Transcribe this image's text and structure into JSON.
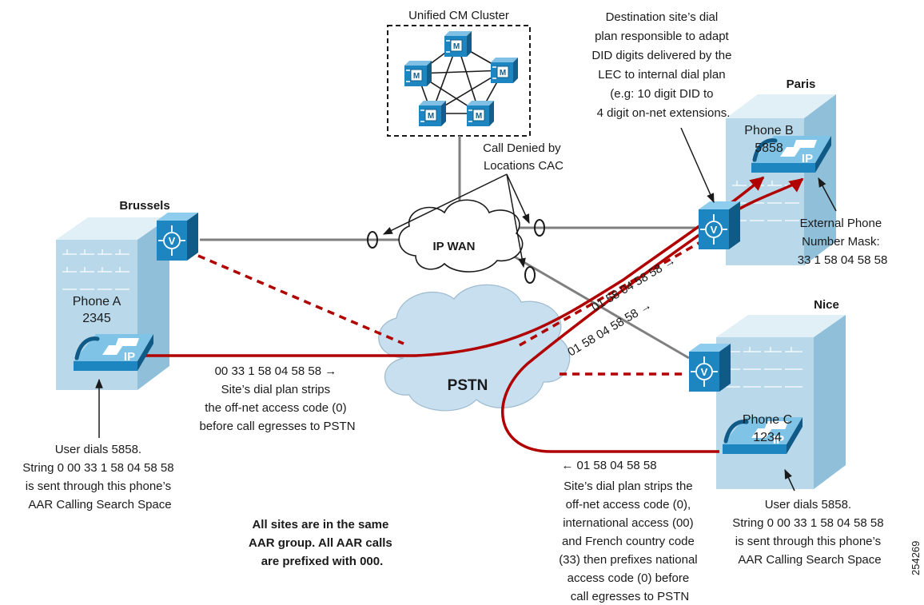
{
  "colors": {
    "building": "#b9d9ea",
    "device": "#1d86c1",
    "cloud": "#c7dfee",
    "call_path": "#b00000",
    "wan_link": "#7f7f7f",
    "arrow": "#1a1a1a"
  },
  "cluster": {
    "title": "Unified CM Cluster",
    "server_badge": "M"
  },
  "sites": {
    "brussels": {
      "name": "Brussels",
      "phone_label": "Phone A",
      "ext": "2345"
    },
    "paris": {
      "name": "Paris",
      "phone_label": "Phone B",
      "ext": "5858"
    },
    "nice": {
      "name": "Nice",
      "phone_label": "Phone C",
      "ext": "1234"
    }
  },
  "phone_badge": "IP",
  "router_badge": "V",
  "clouds": {
    "wan": "IP WAN",
    "pstn": "PSTN"
  },
  "notes": {
    "call_denied": [
      "Call Denied by",
      "Locations CAC"
    ],
    "destination": [
      "Destination site’s dial",
      "plan responsible to adapt",
      "DID digits delivered by the",
      "LEC to internal dial plan",
      "(e.g: 10 digit DID to",
      "4 digit on-net extensions."
    ],
    "mask": [
      "External Phone",
      "Number Mask:",
      "33 1 58 04 58 58"
    ],
    "brussels_strip": [
      "00 33 1 58 04 58 58 →",
      "Site’s dial plan strips",
      "the off-net access code (0)",
      "before call egresses to PSTN"
    ],
    "brussels_user": [
      "User dials 5858.",
      "String 0 00 33 1 58 04 58 58",
      "is sent through this phone’s",
      "AAR Calling Search Space"
    ],
    "aar_group": [
      "All sites are in the same",
      "AAR group. All AAR calls",
      "are prefixed with 000."
    ],
    "nice_digits": "← 01 58 04 58 58",
    "nice_strip": [
      "Site’s dial plan strips the",
      "off-net  access code (0),",
      "international access (00)",
      "and French country code",
      "(33) then prefixes national",
      "access code (0)  before",
      "call egresses to PSTN"
    ],
    "nice_user": [
      "User dials 5858.",
      "String 0 00 33 1 58 04 58 58",
      "is sent through this phone’s",
      "AAR Calling Search Space"
    ],
    "diag_upper": "01 58 04 58 58 →",
    "diag_lower": "01 58 04 58 58 →"
  },
  "figure_id": "254269"
}
